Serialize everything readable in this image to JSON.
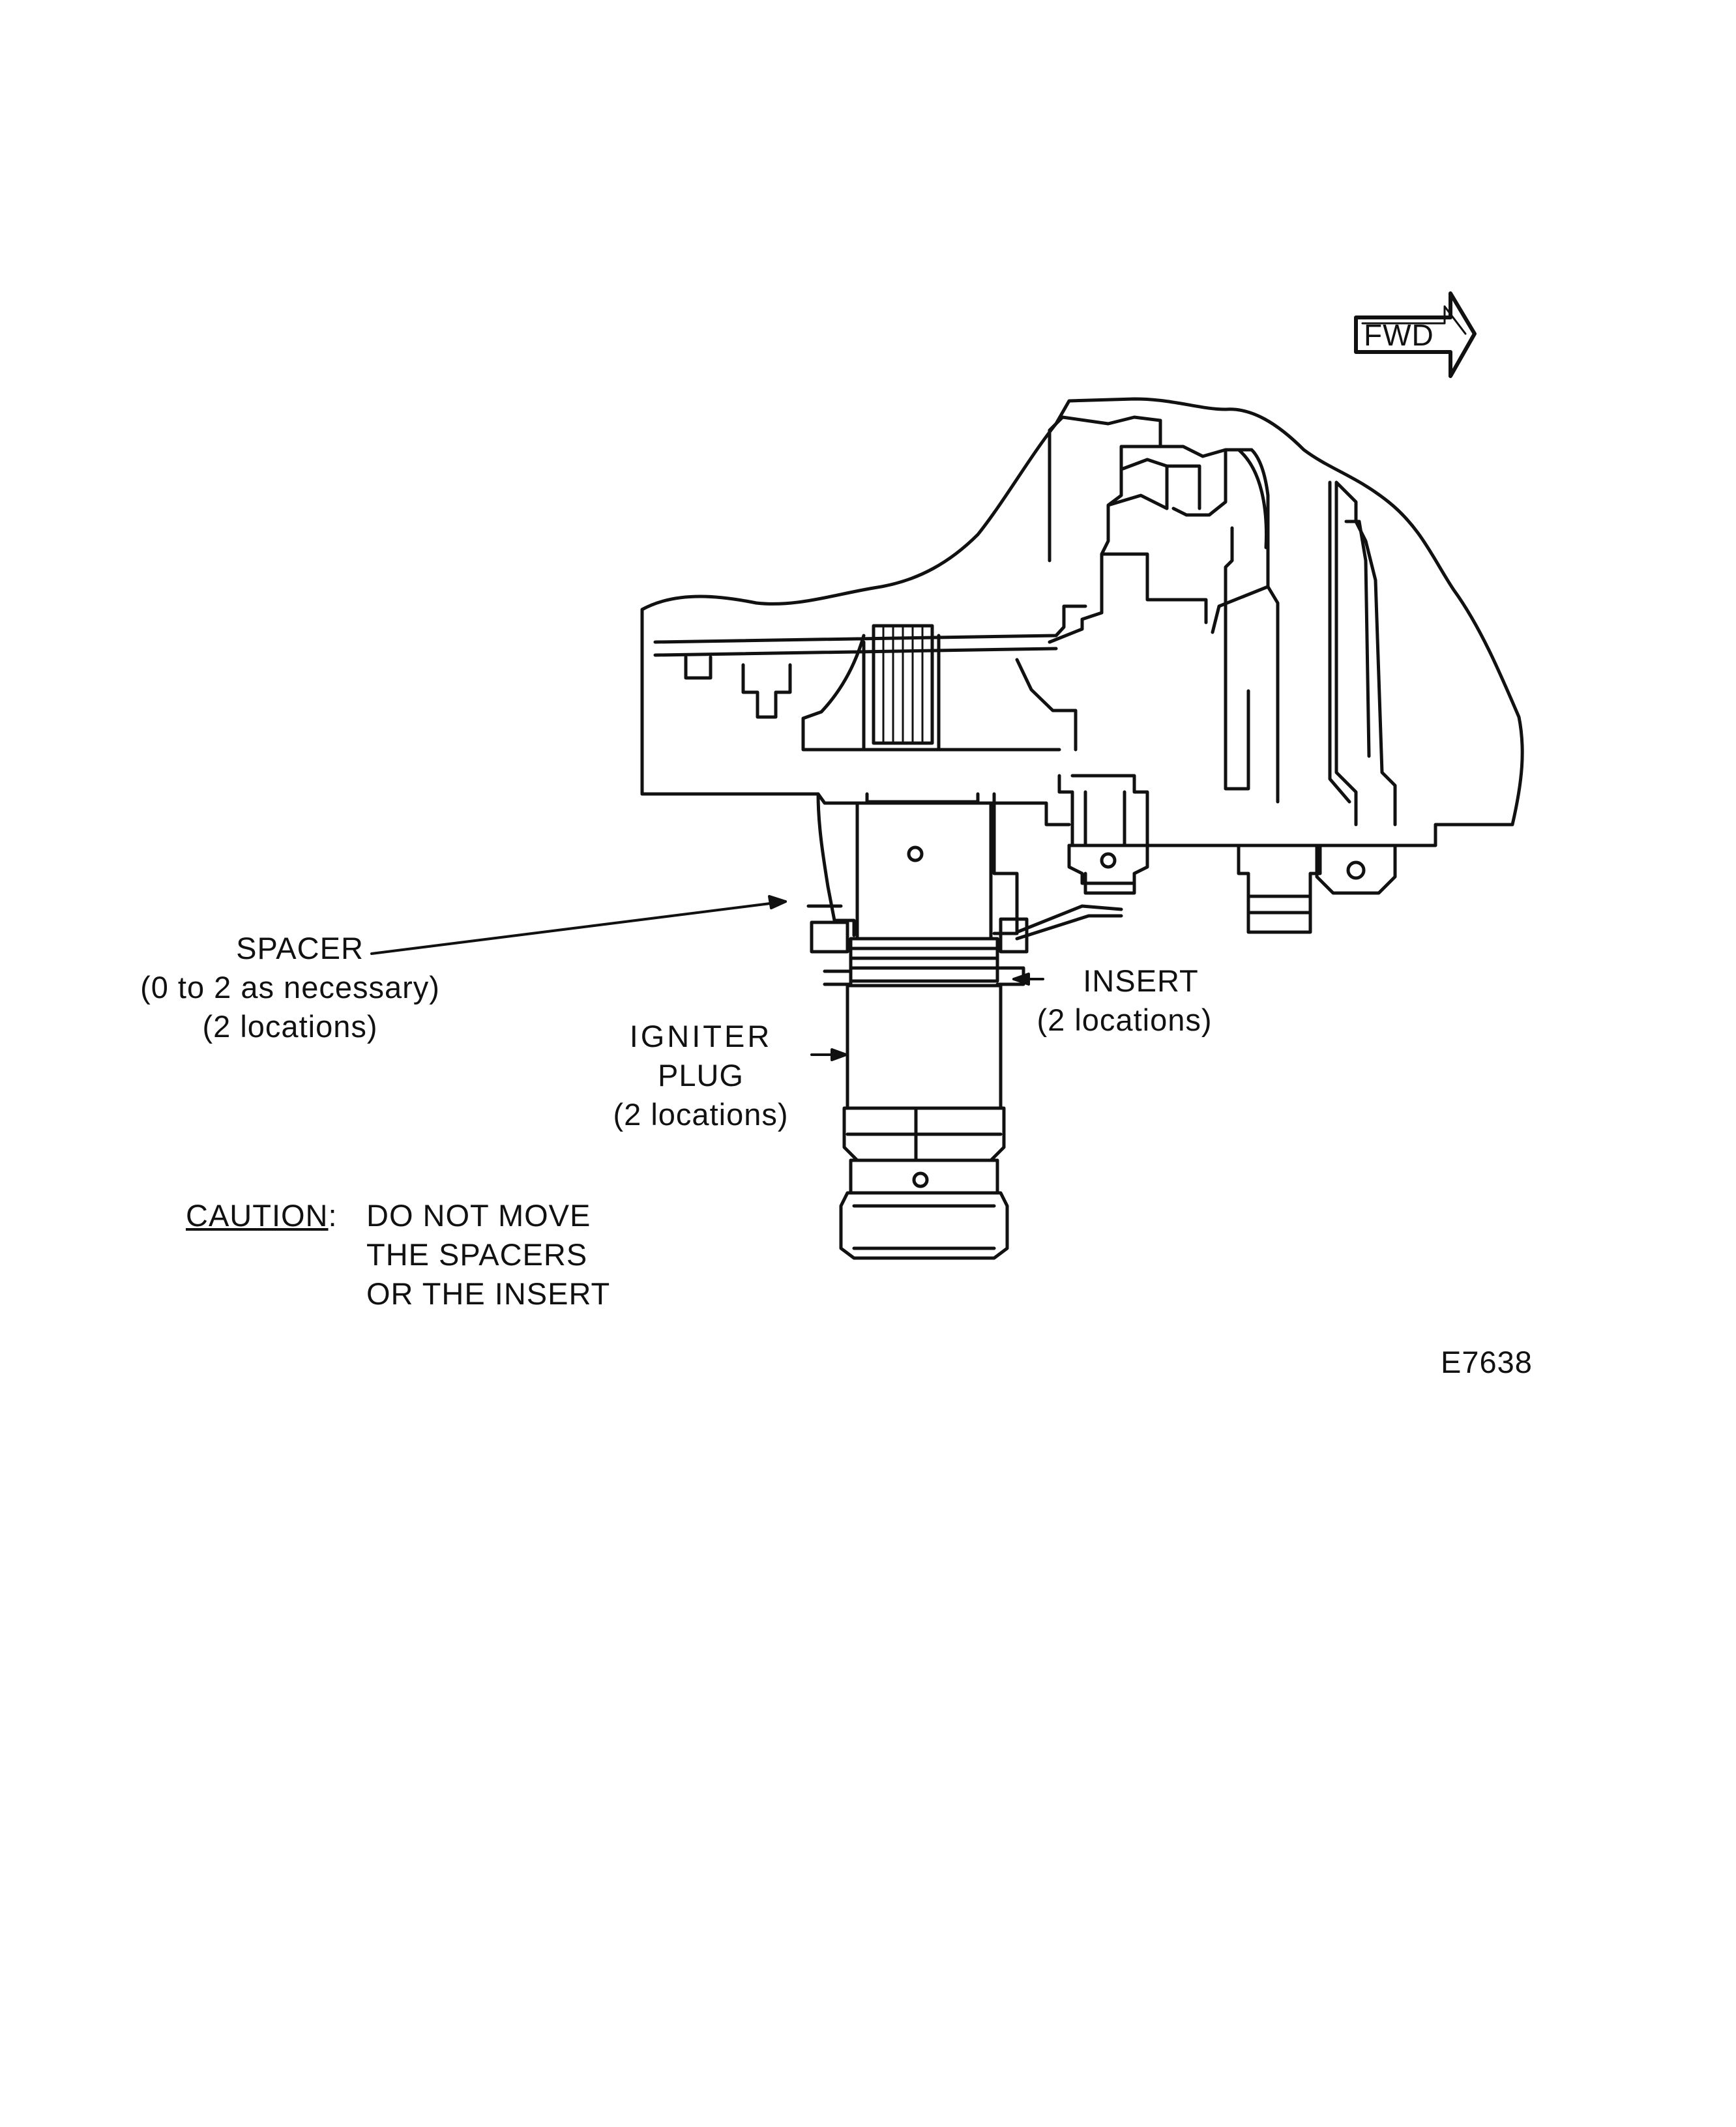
{
  "direction": {
    "label": "FWD"
  },
  "labels": {
    "spacer": {
      "name": "SPACER",
      "note": "(0 to 2 as necessary)",
      "count": "(2 locations)"
    },
    "insert": {
      "name": "INSERT",
      "count": "(2 locations)"
    },
    "igniter": {
      "name1": "IGNITER",
      "name2": "PLUG",
      "count": "(2 locations)"
    }
  },
  "caution": {
    "heading": "CAUTION",
    "colon": ":",
    "lines": [
      "DO NOT MOVE",
      "THE SPACERS",
      "OR THE INSERT"
    ]
  },
  "figure_id": "E7638",
  "colors": {
    "ink": "#111111",
    "paper": "#ffffff"
  }
}
